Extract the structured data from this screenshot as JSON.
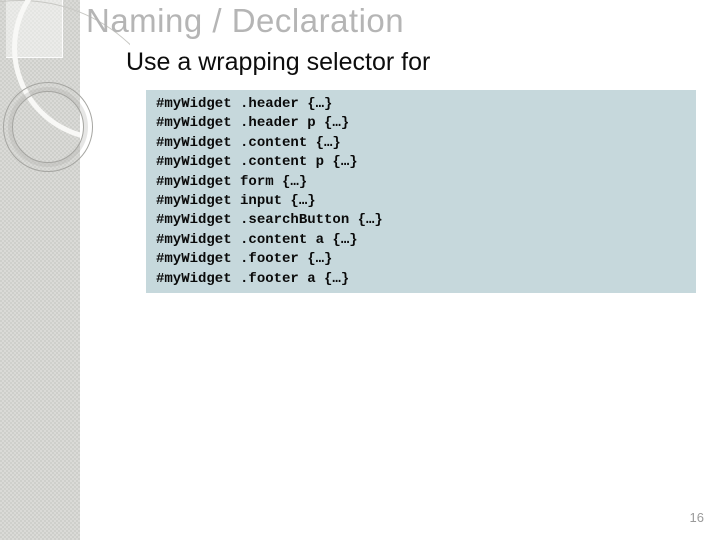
{
  "slide": {
    "title": "Naming / Declaration",
    "subtitle": "Use a wrapping selector for",
    "page_number": "16",
    "code_block": {
      "lines": [
        "#myWidget .header {…}",
        "#myWidget .header p {…}",
        "#myWidget .content {…}",
        "#myWidget .content p {…}",
        "#myWidget form {…}",
        "#myWidget input {…}",
        "#myWidget .searchButton {…}",
        "#myWidget .content a {…}",
        "#myWidget .footer {…}",
        "#myWidget .footer a {…}"
      ]
    },
    "colors": {
      "code_background": "#c6d8dc",
      "title_gray": "#b5b5b5",
      "page_number_gray": "#9a9a9a",
      "strip_gray": "#d4d4d1"
    }
  }
}
